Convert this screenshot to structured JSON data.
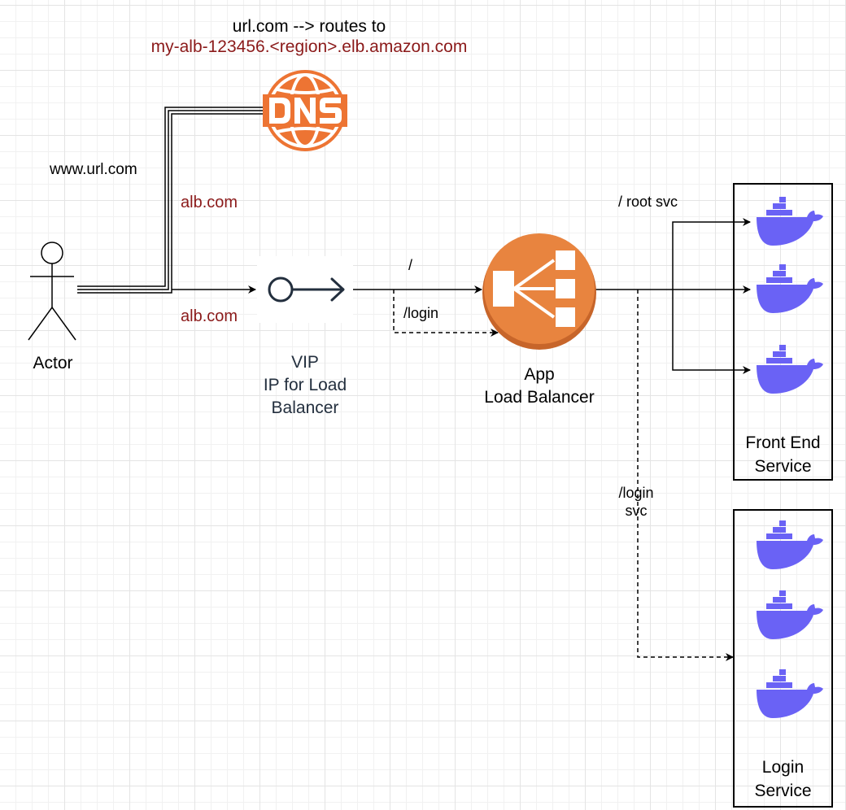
{
  "dns": {
    "caption_line1": "url.com --> routes to",
    "caption_line2": "my-alb-123456.<region>.elb.amazon.com",
    "icon_text": "DNS"
  },
  "labels": {
    "www": "www.url.com",
    "alb_top": "alb.com",
    "alb_bottom": "alb.com",
    "route_root": "/",
    "route_login": "/login",
    "root_svc": "/ root svc",
    "login_svc_line1": "/login",
    "login_svc_line2": "svc"
  },
  "actor": {
    "label": "Actor"
  },
  "vip": {
    "line1": "VIP",
    "line2": "IP for Load",
    "line3": "Balancer"
  },
  "alb": {
    "line1": "App",
    "line2": "Load Balancer"
  },
  "front_end": {
    "line1": "Front End",
    "line2": "Service",
    "container_icon": "docker-whale-icon"
  },
  "login_service": {
    "line1": "Login",
    "line2": "Service",
    "container_icon": "docker-whale-icon"
  },
  "colors": {
    "dns_orange": "#ed7433",
    "alb_orange": "#e8843f",
    "docker_purple": "#6a62f5",
    "label_red": "#8b1a1a",
    "vip_text": "#232f3e"
  }
}
